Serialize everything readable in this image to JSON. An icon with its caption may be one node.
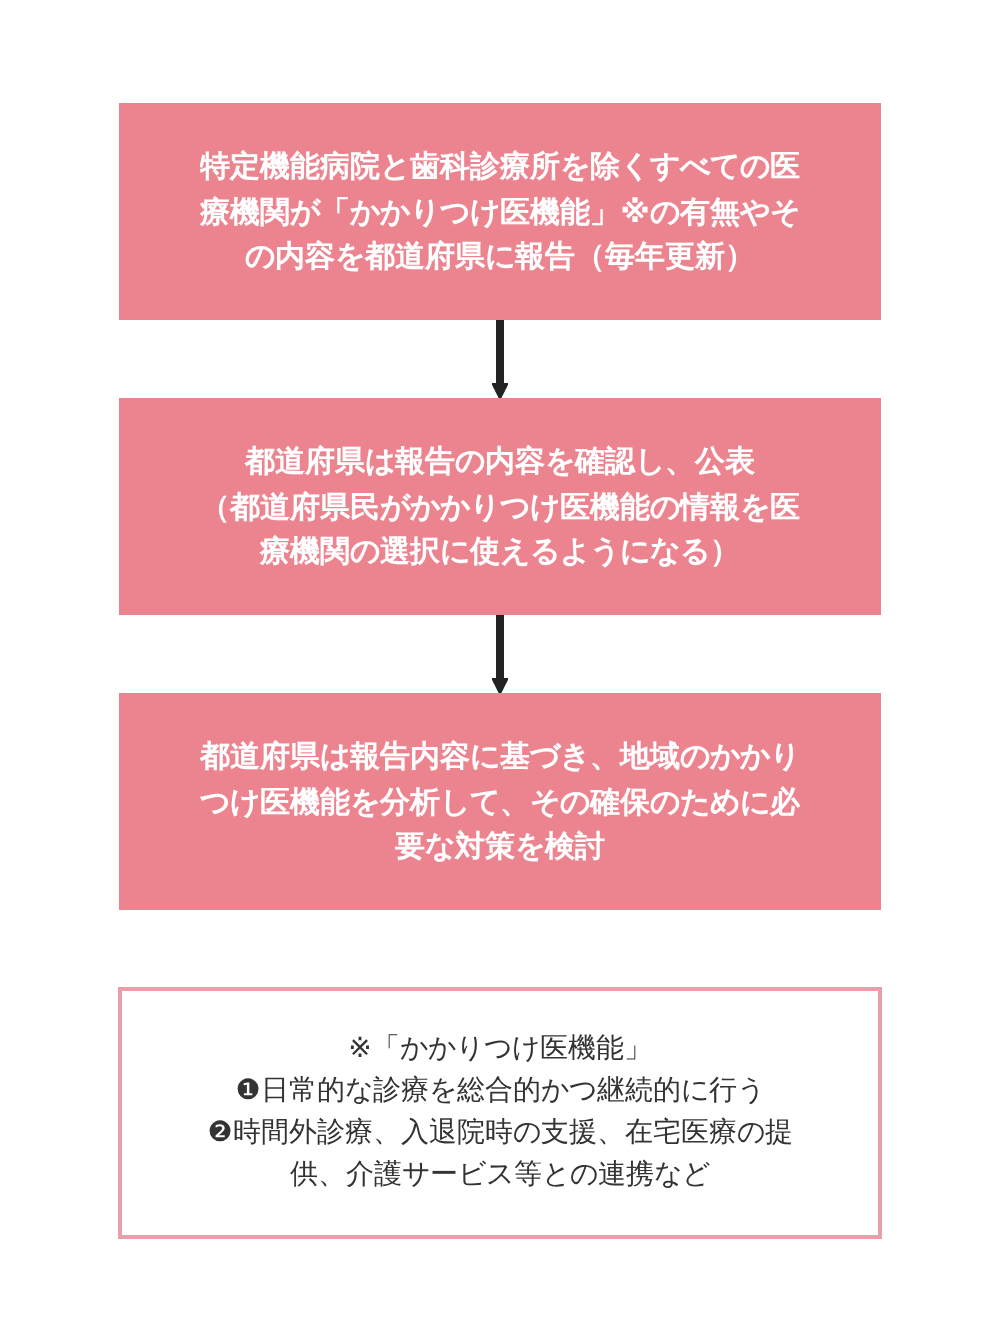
{
  "diagram": {
    "nodes": [
      {
        "text": [
          "特定機能病院と歯科診療所を除くすべての医療機関が「かかりつけ医機能」※の有無やその内容を都道府県に報告（毎年更新）"
        ]
      },
      {
        "text": [
          "都道府県は報告の内容を確認し、公表",
          "（都道府県民がかかりつけ医機能の情報を医療機関の選択に使えるようになる）"
        ]
      },
      {
        "text": [
          "都道府県は報告内容に基づき、地域のかかりつけ医機能を分析して、その確保のために必要な対策を検討"
        ]
      },
      {
        "text": [
          "※「かかりつけ医機能」",
          "❶日常的な診療を総合的かつ継続的に行う",
          "❷時間外診療、入退院時の支援、在宅医療の提供、介護サービス等との連携など"
        ]
      }
    ],
    "edges": [
      {
        "from": 0,
        "to": 1,
        "arrow": "to"
      },
      {
        "from": 1,
        "to": 2,
        "arrow": "to"
      }
    ]
  }
}
